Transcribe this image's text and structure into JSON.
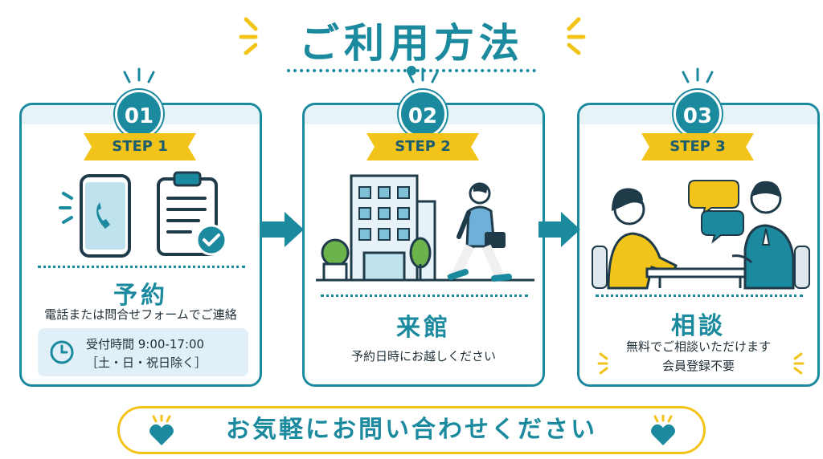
{
  "title": "ご利用方法",
  "steps": [
    {
      "number": "01",
      "label": "STEP 1",
      "heading": "予約",
      "description": "電話または問合せフォームでご連絡",
      "hours_line1": "受付時間 9:00-17:00",
      "hours_line2": "［土・日・祝日除く］"
    },
    {
      "number": "02",
      "label": "STEP 2",
      "heading": "来館",
      "description": "予約日時にお越しください"
    },
    {
      "number": "03",
      "label": "STEP 3",
      "heading": "相談",
      "description": "無料でご相談いただけます",
      "note": "会員登録不要"
    }
  ],
  "cta": "お気軽にお問い合わせください",
  "colors": {
    "primary": "#1b8a9e",
    "accent": "#f2c318",
    "light": "#e6f4f8",
    "text": "#1f2f38"
  },
  "icons": [
    "phone-icon",
    "clipboard-check-icon",
    "building-icon",
    "walking-person-icon",
    "consultation-icon",
    "clock-icon",
    "arrow-right-icon",
    "heart-icon",
    "sparkle-icon"
  ]
}
